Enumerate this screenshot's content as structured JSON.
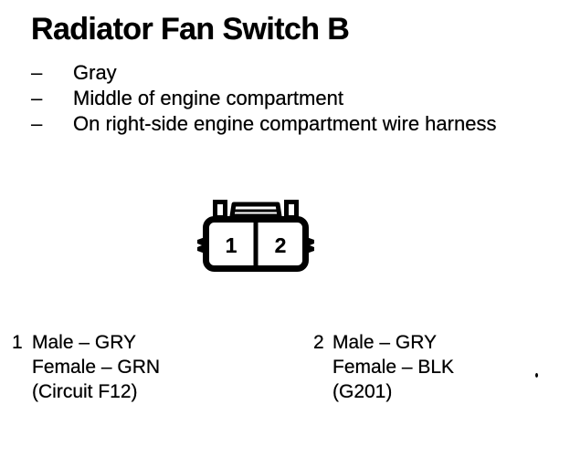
{
  "document": {
    "title": "Radiator Fan Switch B",
    "bullet_dash": "–",
    "bullets": [
      "Gray",
      "Middle of engine compartment",
      "On right-side engine compartment wire harness"
    ]
  },
  "connector": {
    "pins": [
      "1",
      "2"
    ]
  },
  "legend": [
    {
      "pin": "1",
      "male": "Male – GRY",
      "female": "Female – GRN",
      "circuit": "(Circuit F12)"
    },
    {
      "pin": "2",
      "male": "Male – GRY",
      "female": "Female – BLK",
      "circuit": "(G201)"
    }
  ],
  "colors": {
    "ink": "#000000",
    "paper": "#ffffff"
  }
}
